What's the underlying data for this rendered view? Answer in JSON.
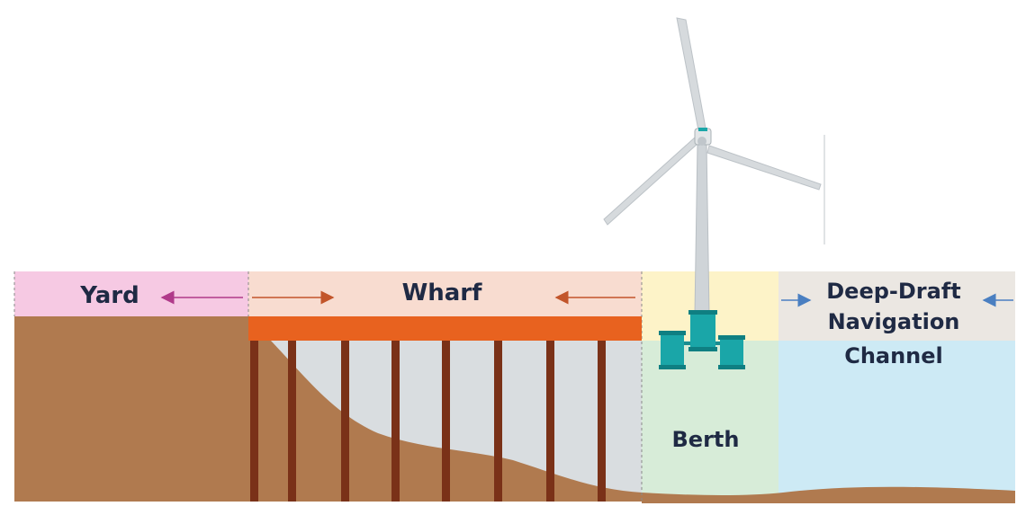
{
  "zones": {
    "yard": "Yard",
    "wharf": "Wharf",
    "berth": "Berth",
    "channel_lines": [
      "Deep-Draft",
      "Navigation",
      "Channel"
    ]
  },
  "colors": {
    "yard_band": "#f6c9e3",
    "wharf_band": "#f8dcd0",
    "berth_band": "#fdf3c8",
    "channel_band": "#ebe7e2",
    "soil": "#b07a4f",
    "water_under_wharf": "#d9dde0",
    "berth_water": "#d7ecd8",
    "channel_water": "#cdeaf5",
    "deck": "#e8621f",
    "piles": "#7a3118",
    "turbine": "#cfd4d8",
    "floater": "#1aa6a8",
    "label_text": "#1f2a44",
    "arrow_yard": "#b03a8a",
    "arrow_wharf": "#c2552a",
    "arrow_channel": "#4a7fc1"
  },
  "icons": [
    "wind-turbine-icon",
    "floating-platform-icon"
  ]
}
